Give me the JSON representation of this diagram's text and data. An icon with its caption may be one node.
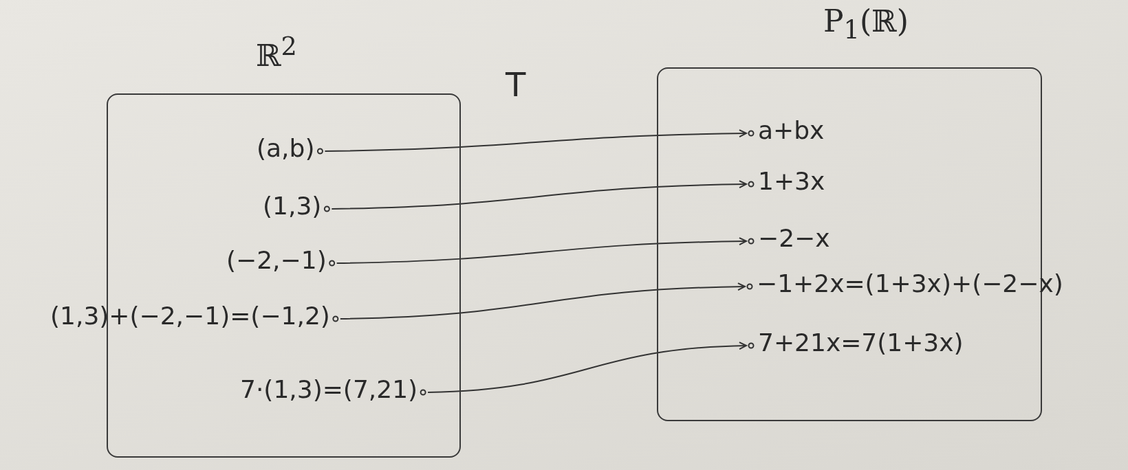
{
  "diagram": {
    "nodes": [
      {
        "text": [
          "ℝ$^{2}$"
        ]
      },
      {
        "text": [
          "P$_{1}$(ℝ)"
        ]
      },
      {
        "text": [
          "(a,b)"
        ],
        "in": 0
      },
      {
        "text": [
          "(1,3)"
        ],
        "in": 0
      },
      {
        "text": [
          "(−2,−1)"
        ],
        "in": 0
      },
      {
        "text": [
          "(1,3)+(−2,−1)=(−1,2)"
        ]
      },
      {
        "text": [
          "7·(1,3)=(7,21)"
        ],
        "in": 0
      },
      {
        "text": [
          "a+bx"
        ],
        "in": 1
      },
      {
        "text": [
          "1+3x"
        ],
        "in": 1
      },
      {
        "text": [
          "−2−x"
        ],
        "in": 1
      },
      {
        "text": [
          "−1+2x=(1+3x)+(−2−x)"
        ]
      },
      {
        "text": [
          "7+21x=7(1+3x)"
        ],
        "in": 1
      }
    ],
    "edges": [
      {
        "from": 2,
        "to": 7,
        "arrow": "to"
      },
      {
        "from": 3,
        "to": 8,
        "arrow": "to"
      },
      {
        "from": 4,
        "to": 9,
        "arrow": "to"
      },
      {
        "from": 5,
        "to": 10,
        "arrow": "to"
      },
      {
        "from": 6,
        "to": 11,
        "arrow": "to"
      }
    ],
    "labels": [
      "T"
    ]
  }
}
